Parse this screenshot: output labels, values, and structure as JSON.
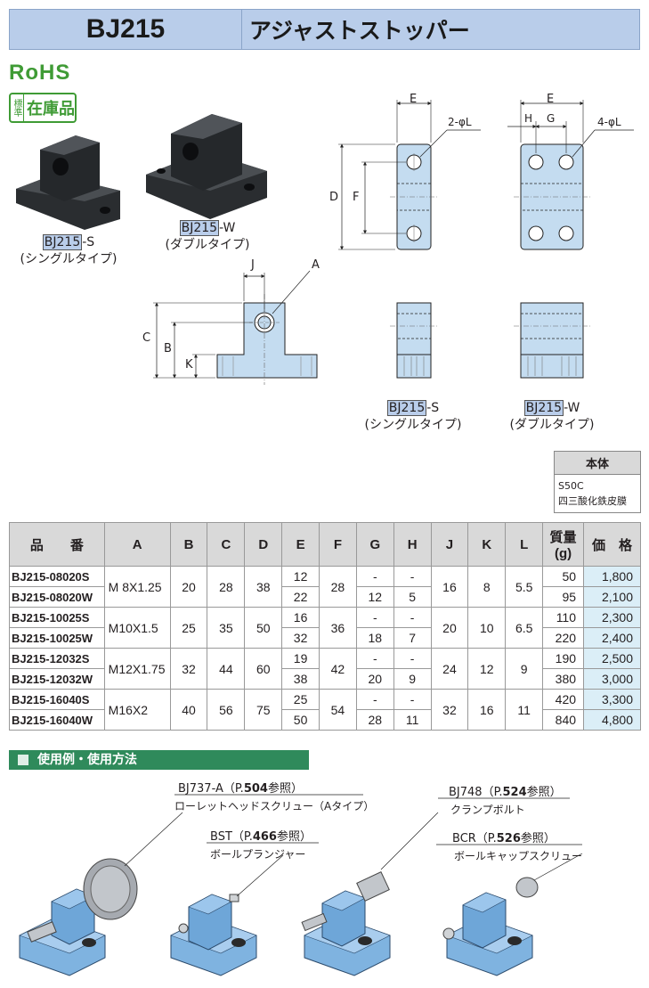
{
  "header": {
    "code": "BJ215",
    "title": "アジャストストッパー"
  },
  "badges": {
    "rohs": "RoHS",
    "stock_small": "標準",
    "stock_big": "在庫品"
  },
  "photos": {
    "single": {
      "code": "BJ215",
      "suffix": "-S",
      "label": "(シングルタイプ)"
    },
    "double": {
      "code": "BJ215",
      "suffix": "-W",
      "label": "(ダブルタイプ)"
    }
  },
  "drawing": {
    "dims": {
      "J": "J",
      "A": "A",
      "C": "C",
      "B": "B",
      "K": "K",
      "D": "D",
      "F": "F",
      "E": "E",
      "H": "H",
      "G": "G",
      "hole_s": "2-φL",
      "hole_w": "4-φL"
    },
    "single": {
      "code": "BJ215",
      "suffix": "-S",
      "label": "(シングルタイプ)"
    },
    "double": {
      "code": "BJ215",
      "suffix": "-W",
      "label": "(ダブルタイプ)"
    }
  },
  "material": {
    "header": "本体",
    "lines": [
      "S50C",
      "四三酸化鉄皮膜"
    ]
  },
  "table": {
    "headers": [
      "品　　番",
      "A",
      "B",
      "C",
      "D",
      "E",
      "F",
      "G",
      "H",
      "J",
      "K",
      "L",
      "質量\n(g)",
      "価　格"
    ],
    "groups": [
      {
        "a": "M  8X1.25",
        "b": "20",
        "c": "28",
        "d": "38",
        "f": "28",
        "j": "16",
        "k": "8",
        "l": "5.5",
        "rows": [
          {
            "pn": "BJ215-08020S",
            "e": "12",
            "g": "-",
            "h": "-",
            "w": "50",
            "p": "1,800"
          },
          {
            "pn": "BJ215-08020W",
            "e": "22",
            "g": "12",
            "h": "5",
            "w": "95",
            "p": "2,100"
          }
        ]
      },
      {
        "a": "M10X1.5",
        "b": "25",
        "c": "35",
        "d": "50",
        "f": "36",
        "j": "20",
        "k": "10",
        "l": "6.5",
        "rows": [
          {
            "pn": "BJ215-10025S",
            "e": "16",
            "g": "-",
            "h": "-",
            "w": "110",
            "p": "2,300"
          },
          {
            "pn": "BJ215-10025W",
            "e": "32",
            "g": "18",
            "h": "7",
            "w": "220",
            "p": "2,400"
          }
        ]
      },
      {
        "a": "M12X1.75",
        "b": "32",
        "c": "44",
        "d": "60",
        "f": "42",
        "j": "24",
        "k": "12",
        "l": "9",
        "rows": [
          {
            "pn": "BJ215-12032S",
            "e": "19",
            "g": "-",
            "h": "-",
            "w": "190",
            "p": "2,500"
          },
          {
            "pn": "BJ215-12032W",
            "e": "38",
            "g": "20",
            "h": "9",
            "w": "380",
            "p": "3,000"
          }
        ]
      },
      {
        "a": "M16X2",
        "b": "40",
        "c": "56",
        "d": "75",
        "f": "54",
        "j": "32",
        "k": "16",
        "l": "11",
        "rows": [
          {
            "pn": "BJ215-16040S",
            "e": "25",
            "g": "-",
            "h": "-",
            "w": "420",
            "p": "3,300"
          },
          {
            "pn": "BJ215-16040W",
            "e": "50",
            "g": "28",
            "h": "11",
            "w": "840",
            "p": "4,800"
          }
        ]
      }
    ]
  },
  "usage": {
    "title": "使用例・使用方法",
    "refs": [
      {
        "code": "BJ737-A（P.",
        "page": "504",
        "tail": "参照）",
        "desc": "ローレットヘッドスクリュー（Aタイプ）"
      },
      {
        "code": "BJ748（P.",
        "page": "524",
        "tail": "参照）",
        "desc": "クランプボルト"
      },
      {
        "code": "BST（P.",
        "page": "466",
        "tail": "参照）",
        "desc": "ボールプランジャー"
      },
      {
        "code": "BCR（P.",
        "page": "526",
        "tail": "参照）",
        "desc": "ボールキャップスクリュー"
      }
    ]
  },
  "colors": {
    "header_bg": "#b9cdea",
    "part_blue": "#c4dcf0",
    "usage_bar": "#2f8a5b",
    "price_bg": "#dbeef7",
    "rohs_green": "#3f9b35"
  }
}
